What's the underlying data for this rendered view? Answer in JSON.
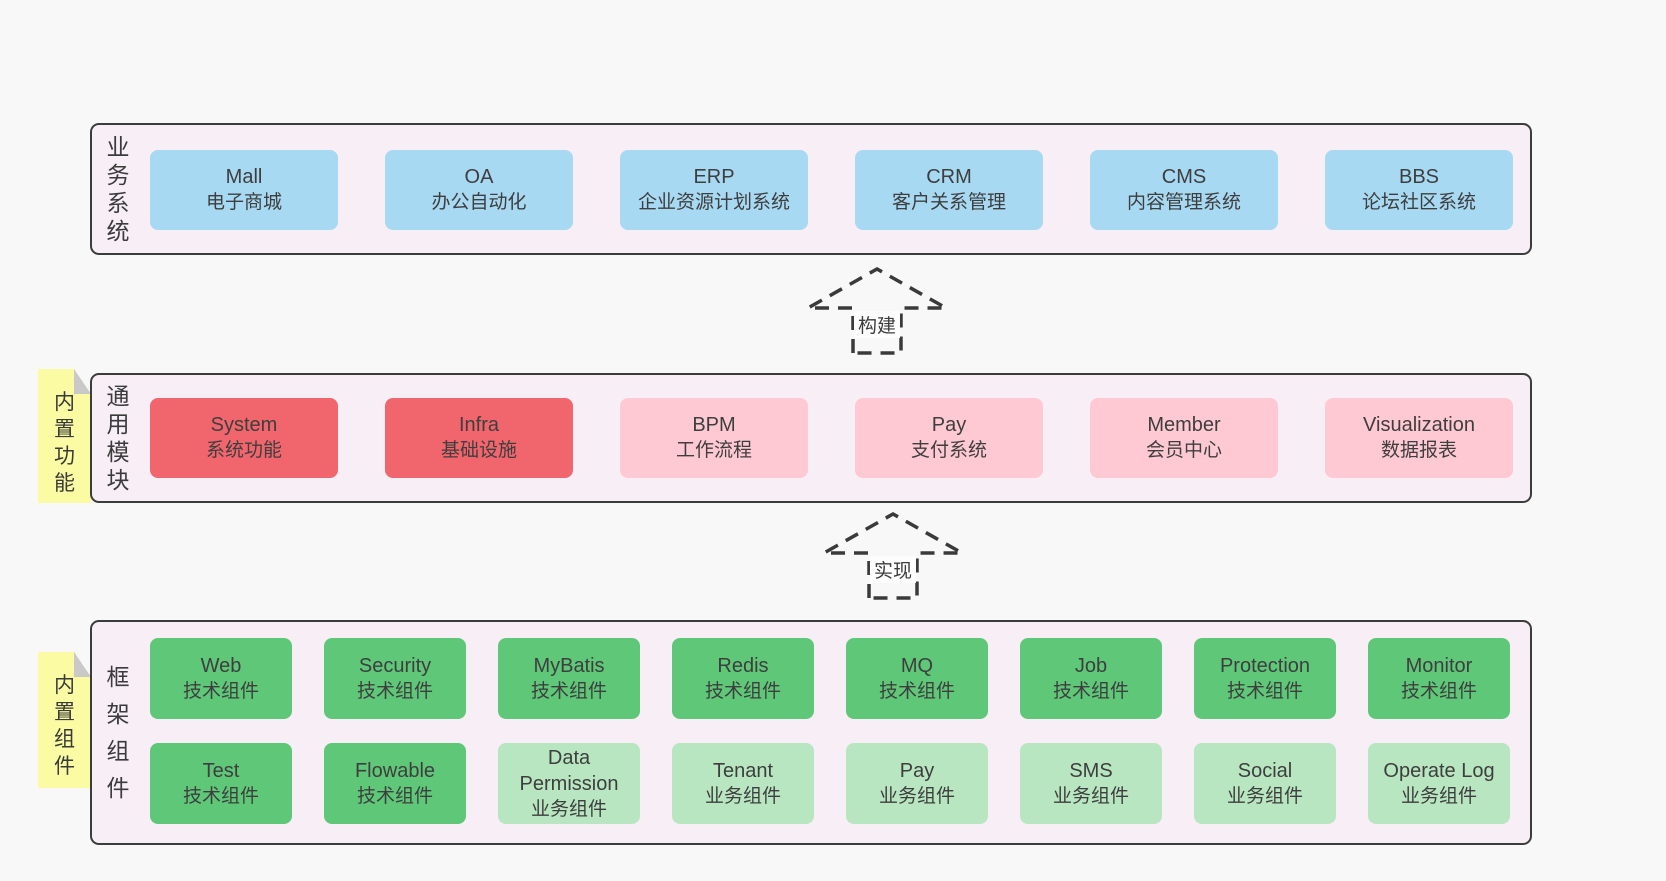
{
  "colors": {
    "blue": "#a7d9f3",
    "red": "#f1666d",
    "pink": "#ffc9d3",
    "green": "#5fc878",
    "light_green": "#b8e6c1",
    "container_bg": "#f8eef6",
    "sticky_bg": "#fbfba4",
    "border": "#3c3c3c",
    "page_bg": "#f8f8f8"
  },
  "layers": [
    {
      "name": "business-systems",
      "label": "业务系统",
      "rows": [
        [
          {
            "en": "Mall",
            "zh": "电子商城",
            "variant": "blue"
          },
          {
            "en": "OA",
            "zh": "办公自动化",
            "variant": "blue"
          },
          {
            "en": "ERP",
            "zh": "企业资源计划系统",
            "variant": "blue"
          },
          {
            "en": "CRM",
            "zh": "客户关系管理",
            "variant": "blue"
          },
          {
            "en": "CMS",
            "zh": "内容管理系统",
            "variant": "blue"
          },
          {
            "en": "BBS",
            "zh": "论坛社区系统",
            "variant": "blue"
          }
        ]
      ]
    },
    {
      "name": "common-modules",
      "label": "通用模块",
      "rows": [
        [
          {
            "en": "System",
            "zh": "系统功能",
            "variant": "red"
          },
          {
            "en": "Infra",
            "zh": "基础设施",
            "variant": "red"
          },
          {
            "en": "BPM",
            "zh": "工作流程",
            "variant": "pink"
          },
          {
            "en": "Pay",
            "zh": "支付系统",
            "variant": "pink"
          },
          {
            "en": "Member",
            "zh": "会员中心",
            "variant": "pink"
          },
          {
            "en": "Visualization",
            "zh": "数据报表",
            "variant": "pink"
          }
        ]
      ]
    },
    {
      "name": "framework-components",
      "label": "框架组件",
      "rows": [
        [
          {
            "en": "Web",
            "zh": "技术组件",
            "variant": "green"
          },
          {
            "en": "Security",
            "zh": "技术组件",
            "variant": "green"
          },
          {
            "en": "MyBatis",
            "zh": "技术组件",
            "variant": "green"
          },
          {
            "en": "Redis",
            "zh": "技术组件",
            "variant": "green"
          },
          {
            "en": "MQ",
            "zh": "技术组件",
            "variant": "green"
          },
          {
            "en": "Job",
            "zh": "技术组件",
            "variant": "green"
          },
          {
            "en": "Protection",
            "zh": "技术组件",
            "variant": "green"
          },
          {
            "en": "Monitor",
            "zh": "技术组件",
            "variant": "green"
          }
        ],
        [
          {
            "en": "Test",
            "zh": "技术组件",
            "variant": "green"
          },
          {
            "en": "Flowable",
            "zh": "技术组件",
            "variant": "green"
          },
          {
            "en": "Data Permission",
            "zh": "业务组件",
            "variant": "light_green"
          },
          {
            "en": "Tenant",
            "zh": "业务组件",
            "variant": "light_green"
          },
          {
            "en": "Pay",
            "zh": "业务组件",
            "variant": "light_green"
          },
          {
            "en": "SMS",
            "zh": "业务组件",
            "variant": "light_green"
          },
          {
            "en": "Social",
            "zh": "业务组件",
            "variant": "light_green"
          },
          {
            "en": "Operate Log",
            "zh": "业务组件",
            "variant": "light_green"
          }
        ]
      ]
    }
  ],
  "stickies": [
    {
      "label": "内置功能"
    },
    {
      "label": "内置组件"
    }
  ],
  "arrows": [
    {
      "label": "构建"
    },
    {
      "label": "实现"
    }
  ]
}
